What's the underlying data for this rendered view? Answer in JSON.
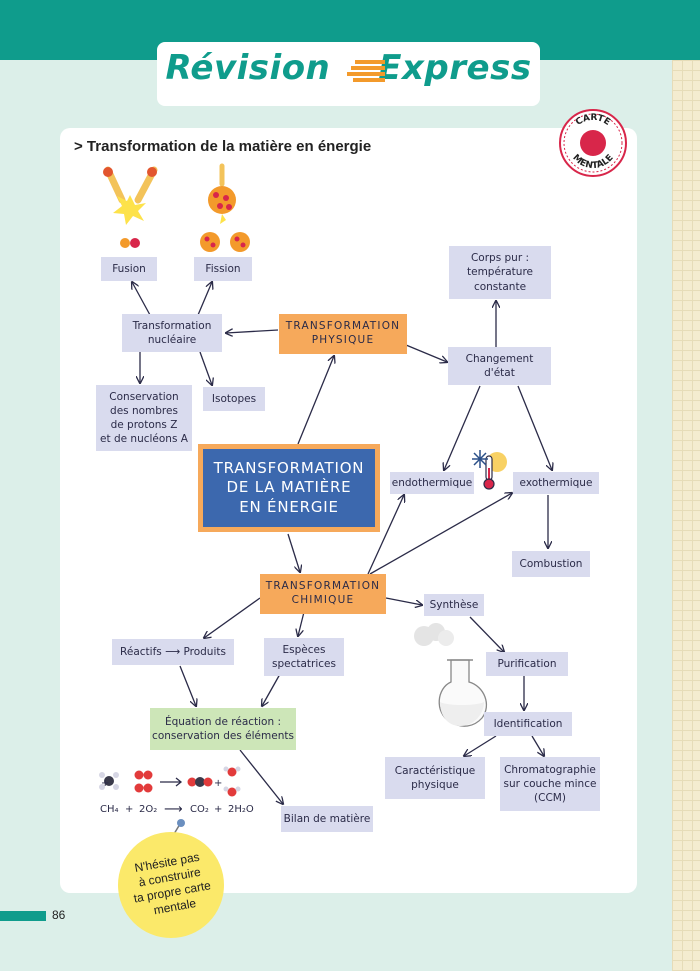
{
  "header": {
    "title_part1": "Révision",
    "title_part2": "Express"
  },
  "section": {
    "subtitle": "> Transformation de la matière en énergie"
  },
  "stamp": {
    "line1": "CARTE",
    "line2": "MENTALE"
  },
  "central": {
    "label": "TRANSFORMATION\nDE LA MATIÈRE\nEN ÉNERGIE"
  },
  "nodes": {
    "fusion": "Fusion",
    "fission": "Fission",
    "nucleaire": "Transformation\nnucléaire",
    "conservation": "Conservation\ndes nombres\nde protons Z\net de nucléons A",
    "isotopes": "Isotopes",
    "physique": "TRANSFORMATION\nPHYSIQUE",
    "corps_pur": "Corps pur :\ntempérature\nconstante",
    "changement": "Changement\nd'état",
    "endo": "endothermique",
    "exo": "exothermique",
    "combustion": "Combustion",
    "chimique": "TRANSFORMATION\nCHIMIQUE",
    "synthese": "Synthèse",
    "purification": "Purification",
    "identification": "Identification",
    "caracteristique": "Caractéristique\nphysique",
    "chromato": "Chromatographie\nsur couche mince\n(CCM)",
    "reactifs": "Réactifs ⟶ Produits",
    "especes": "Espèces\nspectatrices",
    "equation": "Équation de réaction :\nconservation des éléments",
    "bilan": "Bilan de matière"
  },
  "equation_text": {
    "ch4": "CH₄",
    "plus1": "+",
    "o2": "2O₂",
    "arrow": "⟶",
    "co2": "CO₂",
    "plus2": "+",
    "h2o": "2H₂O"
  },
  "note": {
    "text": "N'hésite pas\nà construire\nta propre carte\nmentale"
  },
  "footer": {
    "page": "86"
  },
  "colors": {
    "teal": "#0f9c8c",
    "orange": "#f6a95b",
    "lavender": "#d9dbee",
    "blue": "#3c68ae",
    "green": "#cde6b8",
    "yellow": "#fbe96a",
    "red": "#d8264a"
  }
}
